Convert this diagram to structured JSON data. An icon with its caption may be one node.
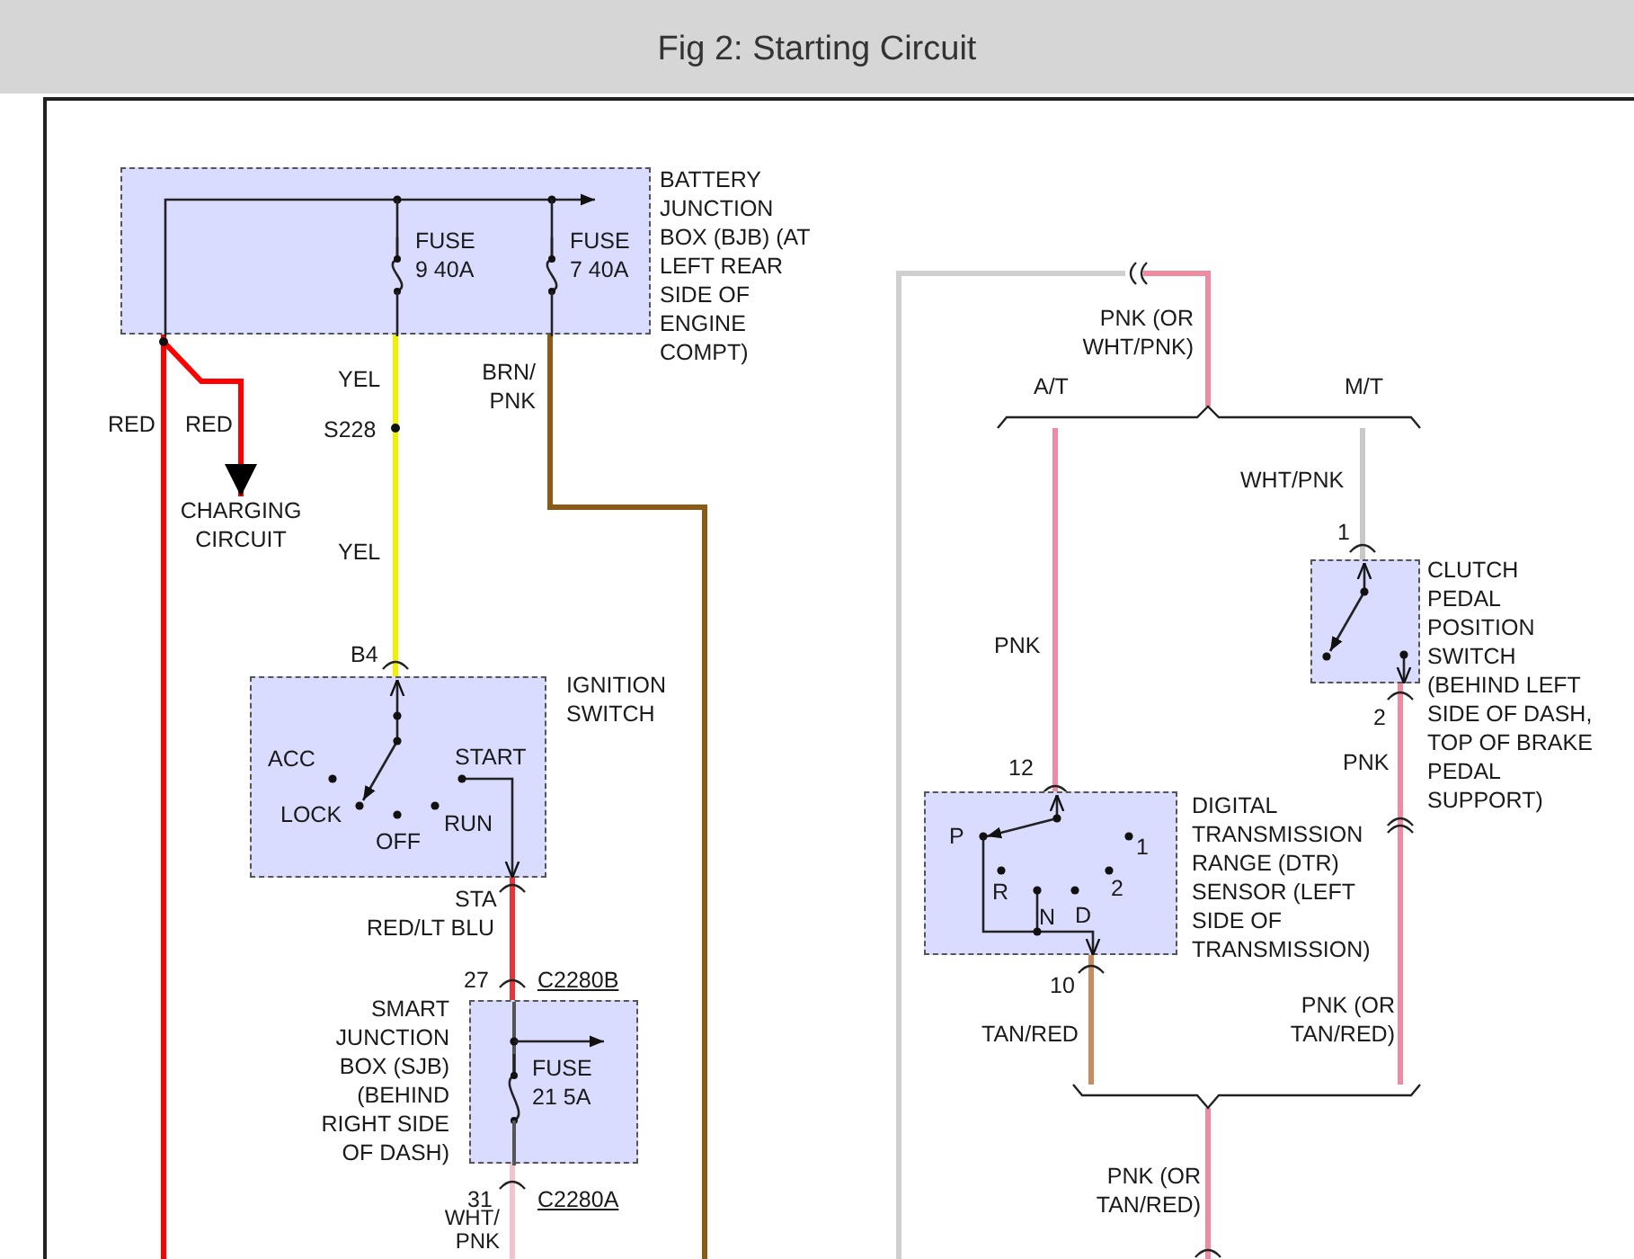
{
  "diagram": {
    "title": "Fig 2: Starting Circuit",
    "nodes": [
      {
        "text": [
          "FUSE 9 40A",
          "FUSE 7 40A",
          "BATTERY JUNCTION BOX (BJB) (AT LEFT REAR SIDE OF ENGINE COMPT)"
        ]
      },
      {
        "text": [
          "CHARGING CIRCUIT"
        ]
      },
      {
        "text": [
          "IGNITION SWITCH",
          "ACC",
          "LOCK",
          "OFF",
          "RUN",
          "START"
        ]
      },
      {
        "text": [
          "SMART JUNCTION BOX (SJB) (BEHIND RIGHT SIDE OF DASH)",
          "FUSE 21 5A"
        ]
      },
      {
        "text": [
          "CLUTCH PEDAL POSITION SWITCH (BEHIND LEFT SIDE OF DASH, TOP OF BRAKE PEDAL SUPPORT)"
        ]
      },
      {
        "text": [
          "DIGITAL TRANSMISSION RANGE (DTR) SENSOR (LEFT SIDE OF TRANSMISSION)",
          "P",
          "R",
          "N",
          "D",
          "2",
          "1"
        ]
      },
      {
        "text": [],
        "shape": "bracket"
      },
      {
        "text": [],
        "shape": "bracket"
      }
    ],
    "edges": [
      {
        "from": 0,
        "to": 1,
        "arrow": "to",
        "label": "RED",
        "color": "#ff0000"
      },
      {
        "from": 0,
        "to": null,
        "arrow": "none",
        "label": "RED",
        "color": "#ff0000"
      },
      {
        "from": 0,
        "to": 2,
        "arrow": "none",
        "label": "YEL",
        "color": "#f0f000"
      },
      {
        "from": 0,
        "to": null,
        "arrow": "none",
        "label": "BRN/ PNK",
        "color": "#8b5a14"
      },
      {
        "from": 2,
        "to": 3,
        "arrow": "none",
        "label": "RED/LT BLU",
        "color": "#e8343a"
      },
      {
        "from": 3,
        "to": null,
        "arrow": "none",
        "label": "WHT/ PNK",
        "color": "#f3c4cc"
      },
      {
        "from": 6,
        "to": 5,
        "arrow": "none",
        "label": "PNK",
        "color": "#f08aa0"
      },
      {
        "from": 6,
        "to": 4,
        "arrow": "none",
        "label": "WHT/PNK",
        "color": "#c8c8c8"
      },
      {
        "from": 4,
        "to": 7,
        "arrow": "none",
        "label": "PNK",
        "color": "#f08aa0"
      },
      {
        "from": 5,
        "to": 7,
        "arrow": "none",
        "label": "TAN/RED",
        "color": "#c98b5e"
      },
      {
        "from": null,
        "to": 6,
        "arrow": "none",
        "label": "PNK (OR WHT/PNK)",
        "color": "#f08aa0"
      },
      {
        "from": 7,
        "to": null,
        "arrow": "none",
        "label": "PNK (OR TAN/RED)",
        "color": "#f08aa0"
      }
    ],
    "labels": [
      "S228",
      "YEL",
      "B4",
      "STA",
      "27",
      "C2280B",
      "31",
      "C2280A",
      "A/T",
      "M/T",
      "12",
      "1",
      "2",
      "10",
      "PNK (OR TAN/RED)"
    ]
  }
}
